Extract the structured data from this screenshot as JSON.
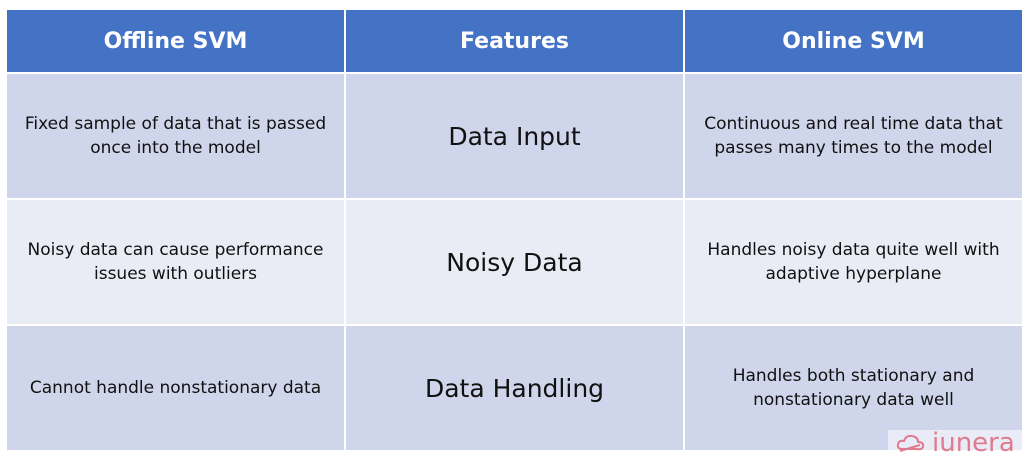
{
  "headers": {
    "offline": "Offline SVM",
    "features": "Features",
    "online": "Online SVM"
  },
  "rows": [
    {
      "offline": "Fixed sample of data that is passed once into the model",
      "feature": "Data Input",
      "online": "Continuous and real time data that passes many times to the model"
    },
    {
      "offline": "Noisy data can cause performance issues with outliers",
      "feature": "Noisy Data",
      "online": "Handles noisy data quite well with adaptive hyperplane"
    },
    {
      "offline": "Cannot handle nonstationary data",
      "feature": "Data Handling",
      "online": "Handles both stationary and nonstationary data well"
    }
  ],
  "logo": {
    "text": "iunera",
    "icon": "cloud-icon"
  }
}
